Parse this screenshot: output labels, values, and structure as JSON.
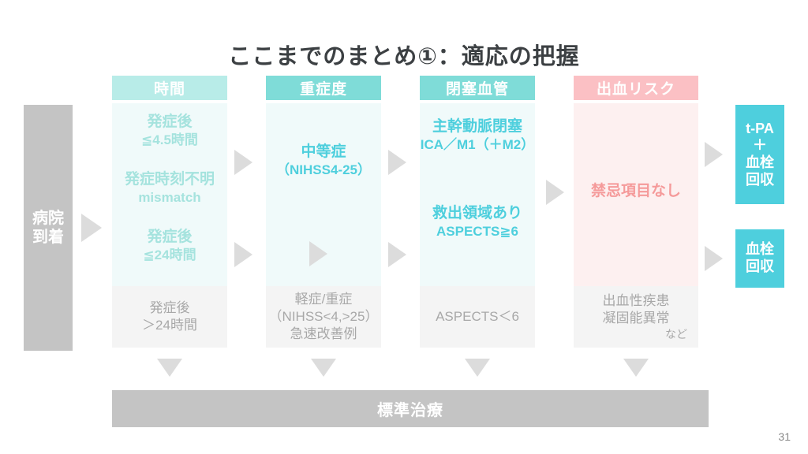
{
  "slide": {
    "title": "ここまでのまとめ①：適応の把握",
    "page_number": "31"
  },
  "entry": {
    "label": "病院\n到着",
    "line1": "病院",
    "line2": "到着"
  },
  "columns": [
    {
      "header": "時間",
      "header_color": "#b8ece8",
      "body_color": "#f0fafa",
      "text_color": "#a5e3de",
      "items": [
        {
          "main": "発症後",
          "sub": "≦4.5時間"
        },
        {
          "main": "発症時刻不明",
          "sub": "mismatch"
        },
        {
          "main": "発症後",
          "sub": "≦24時間"
        }
      ],
      "excluded": {
        "line1": "発症後",
        "line2": "＞24時間"
      }
    },
    {
      "header": "重症度",
      "header_color": "#7fdcd8",
      "body_color": "#f0fafa",
      "text_color": "#4ecfdd",
      "items": [
        {
          "main": "中等症",
          "sub": "（NIHSS4-25）"
        }
      ],
      "excluded": {
        "line1": "軽症/重症",
        "line2": "（NIHSS<4,>25）",
        "line3": "急速改善例"
      }
    },
    {
      "header": "閉塞血管",
      "header_color": "#7fdcd8",
      "body_color": "#f0fafa",
      "text_color": "#4ecfdd",
      "items": [
        {
          "main": "主幹動脈閉塞",
          "sub": "ICA／M1（＋M2）"
        },
        {
          "main": "救出領域あり",
          "sub": "ASPECTS≧6"
        }
      ],
      "excluded": {
        "line1": "ASPECTS＜6"
      }
    },
    {
      "header": "出血リスク",
      "header_color": "#fbc0c4",
      "body_color": "#fdf0f0",
      "text_color": "#f59a9a",
      "items": [
        {
          "main": "禁忌項目なし",
          "sub": ""
        }
      ],
      "excluded": {
        "line1": "出血性疾患",
        "line2": "凝固能異常",
        "line3": "など"
      }
    }
  ],
  "outcomes": [
    {
      "id": "tpa",
      "line1": "t-PA",
      "line2": "＋",
      "line3": "血栓",
      "line4": "回収",
      "color": "#4ecfdd"
    },
    {
      "id": "thrombectomy",
      "line1": "血栓",
      "line2": "回収",
      "color": "#4ecfdd"
    }
  ],
  "bottom_bar": {
    "label": "標準治療",
    "color": "#c4c4c4"
  },
  "icons": {
    "flow_arrow_right": "triangle-right-icon",
    "flow_arrow_down": "triangle-down-icon"
  }
}
